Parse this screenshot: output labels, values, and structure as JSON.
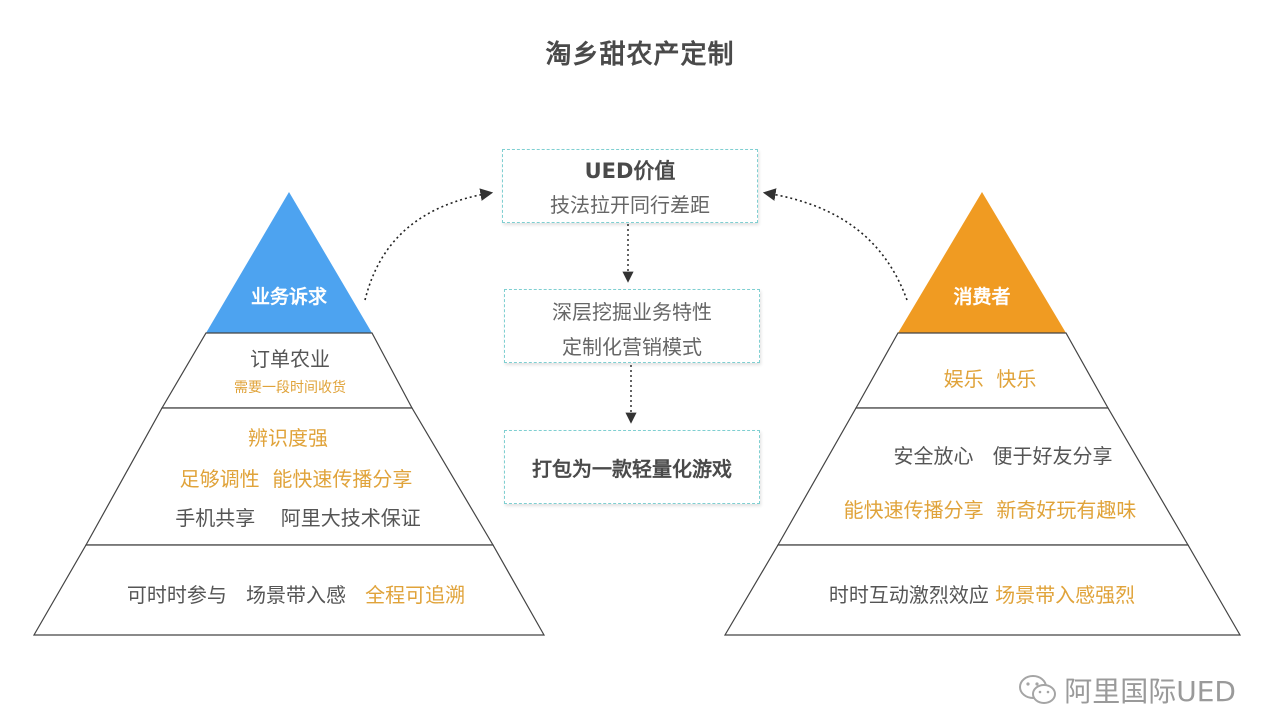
{
  "title": "淘乡甜农产定制",
  "center": {
    "box1": {
      "title": "UED价值",
      "subtitle": "技法拉开同行差距"
    },
    "box2": {
      "line1": "深层挖掘业务特性",
      "line2": "定制化营销模式"
    },
    "box3": {
      "label": "打包为一款轻量化游戏"
    }
  },
  "left_pyramid": {
    "apex": "业务诉求",
    "apex_color": "#4da3f0",
    "tier1": {
      "main": "订单农业",
      "sub": "需要一段时间收货"
    },
    "tier2": {
      "line1": "辨识度强",
      "line2_a": "足够调性",
      "line2_b": "能快速传播分享",
      "line3_a": "手机共享",
      "line3_b": "阿里大技术保证"
    },
    "tier3": {
      "a": "可时时参与",
      "b": "场景带入感",
      "c": "全程可追溯"
    }
  },
  "right_pyramid": {
    "apex": "消费者",
    "apex_color": "#f09b22",
    "tier1": {
      "a": "娱乐",
      "b": "快乐"
    },
    "tier2": {
      "line1_a": "安全放心",
      "line1_b": "便于好友分享",
      "line2_a": "能快速传播分享",
      "line2_b": "新奇好玩有趣味"
    },
    "tier3": {
      "a": "时时互动激烈效应",
      "b": "场景带入感强烈"
    }
  },
  "watermark": "阿里国际UED",
  "colors": {
    "gold_text": "#e0a33a",
    "gray_text": "#555555",
    "box_border": "#7fcfd1"
  }
}
